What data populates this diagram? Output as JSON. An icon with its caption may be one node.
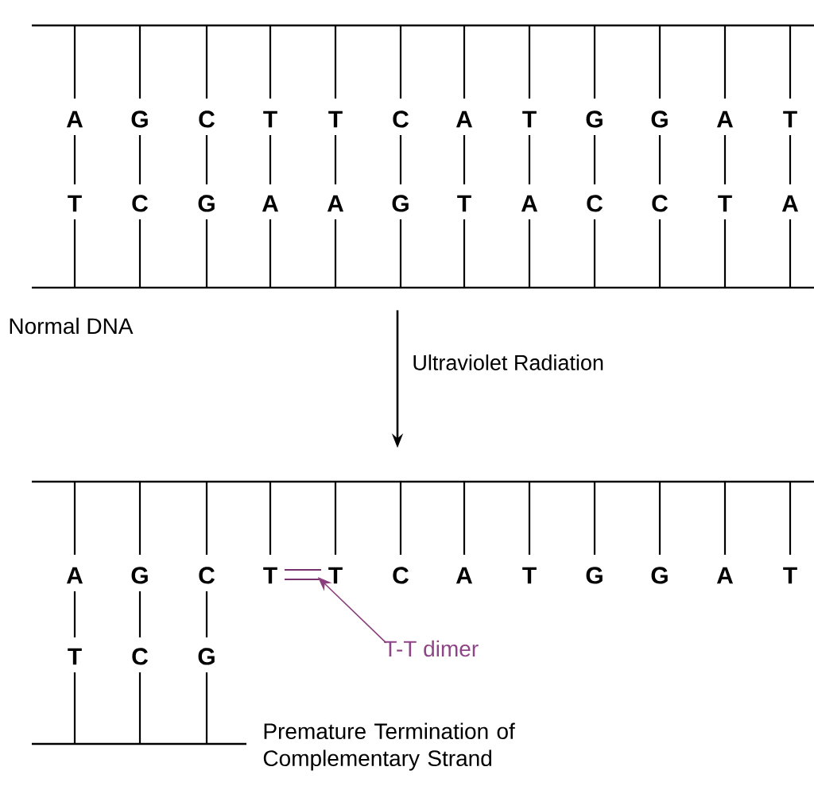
{
  "diagram": {
    "nodes": [
      {
        "text": [],
        "shape": "picture",
        "beside": [
          "Normal DNA"
        ]
      },
      {
        "text": [
          "Premature Termination of Complementary Strand"
        ]
      },
      {
        "text": [
          "T-T dimer"
        ],
        "in": 1
      },
      {
        "text": [],
        "shape": "bar",
        "in": 1
      }
    ],
    "edges": [
      {
        "from": 0,
        "to": 1,
        "arrow": "to",
        "label": "Ultraviolet Radiation"
      },
      {
        "from": 2,
        "to": 3,
        "arrow": "to",
        "color": "#8b3f7c"
      }
    ],
    "labels": [
      "A",
      "G",
      "C",
      "T",
      "T",
      "C",
      "A",
      "T",
      "G",
      "G",
      "A",
      "T",
      "T",
      "C",
      "G",
      "A",
      "A",
      "G",
      "T",
      "A",
      "C",
      "C",
      "T",
      "A",
      "A",
      "G",
      "C",
      "T",
      "T",
      "C",
      "A",
      "T",
      "G",
      "G",
      "A",
      "T",
      "T",
      "C",
      "G"
    ]
  }
}
